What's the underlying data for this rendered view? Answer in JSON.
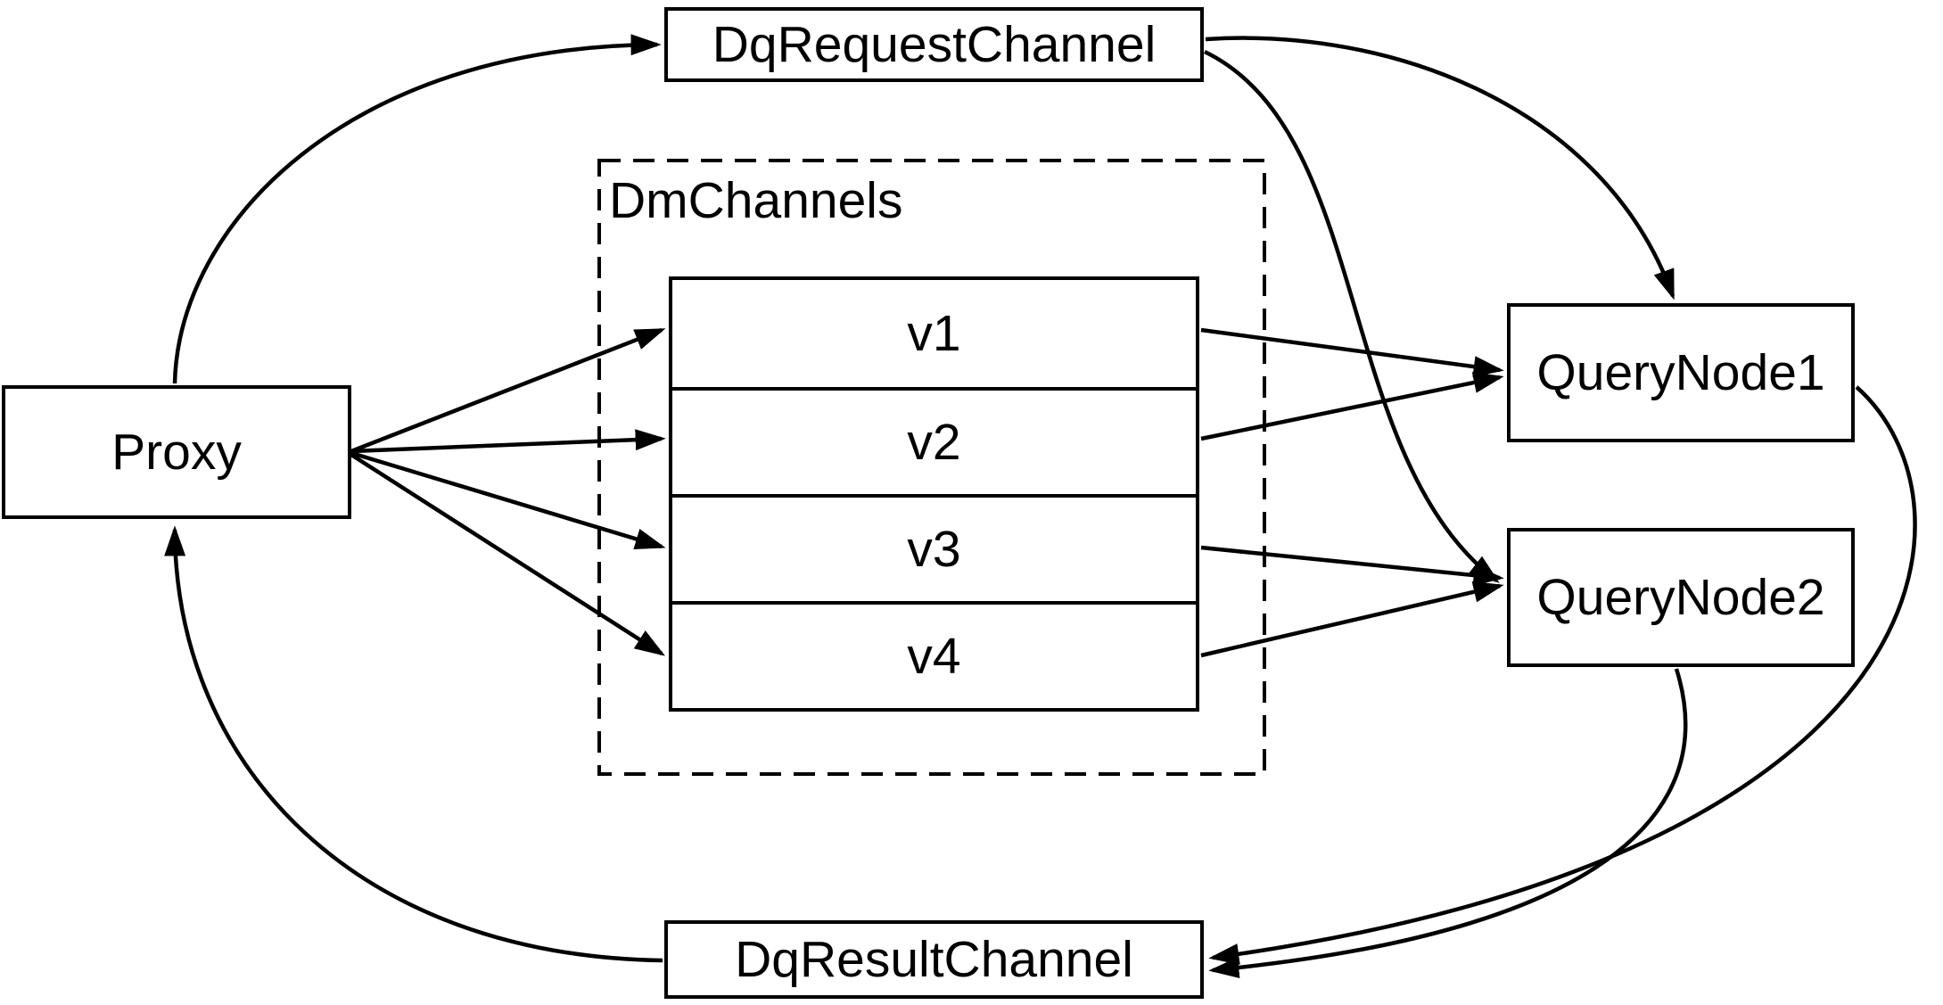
{
  "diagram": {
    "colors": {
      "background": "#ffffff",
      "node_fill": "#ffffff",
      "line": "#000000",
      "text": "#000000"
    },
    "nodes": {
      "proxy": {
        "label": "Proxy"
      },
      "dq_request_channel": {
        "label": "DqRequestChannel"
      },
      "dm_channels": {
        "label": "DmChannels",
        "channels": [
          {
            "label": "v1"
          },
          {
            "label": "v2"
          },
          {
            "label": "v3"
          },
          {
            "label": "v4"
          }
        ]
      },
      "query_node_1": {
        "label": "QueryNode1"
      },
      "query_node_2": {
        "label": "QueryNode2"
      },
      "dq_result_channel": {
        "label": "DqResultChannel"
      }
    },
    "edges": [
      {
        "from": "Proxy",
        "to": "DqRequestChannel"
      },
      {
        "from": "DqRequestChannel",
        "to": "QueryNode1"
      },
      {
        "from": "DqRequestChannel",
        "to": "QueryNode2"
      },
      {
        "from": "Proxy",
        "to": "v1"
      },
      {
        "from": "Proxy",
        "to": "v2"
      },
      {
        "from": "Proxy",
        "to": "v3"
      },
      {
        "from": "Proxy",
        "to": "v4"
      },
      {
        "from": "v1",
        "to": "QueryNode1"
      },
      {
        "from": "v2",
        "to": "QueryNode1"
      },
      {
        "from": "v3",
        "to": "QueryNode2"
      },
      {
        "from": "v4",
        "to": "QueryNode2"
      },
      {
        "from": "QueryNode1",
        "to": "DqResultChannel"
      },
      {
        "from": "QueryNode2",
        "to": "DqResultChannel"
      },
      {
        "from": "DqResultChannel",
        "to": "Proxy"
      }
    ]
  }
}
